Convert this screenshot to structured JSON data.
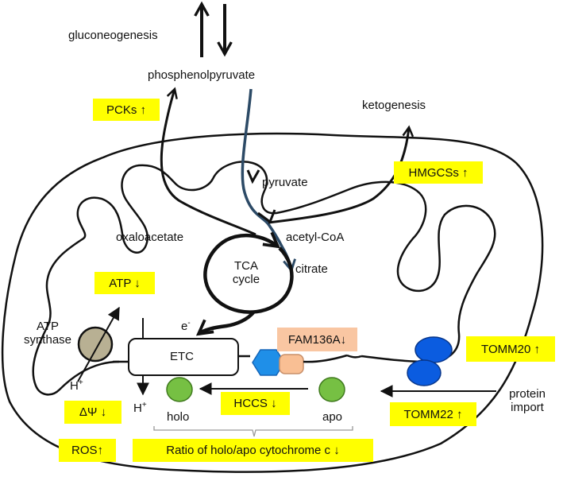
{
  "labels": {
    "gluconeogenesis": "gluconeogenesis",
    "phosphoenolpyruvate": "phosphenolpyruvate",
    "ketogenesis": "ketogenesis",
    "pyruvate": "pyruvate",
    "oxaloacetate": "oxaloacetate",
    "acetyl_coa": "acetyl-CoA",
    "citrate": "citrate",
    "tca_line1": "TCA",
    "tca_line2": "cycle",
    "atp_synthase_line1": "ATP",
    "atp_synthase_line2": "synthase",
    "electron": "e",
    "electron_sup": "-",
    "etc": "ETC",
    "proton_out": "H",
    "proton_in": "H",
    "proton_sup": "+",
    "holo": "holo",
    "apo": "apo",
    "protein_import_line1": "protein",
    "protein_import_line2": "import"
  },
  "highlights": {
    "pcks": "PCKs ↑",
    "hmgcss": "HMGCSs ↑",
    "atp": "ATP ↓",
    "fam136a": "FAM136A↓",
    "tomm20": "TOMM20 ↑",
    "tomm22": "TOMM22 ↑",
    "delta_psi": "ΔΨ ↓",
    "hccs": "HCCS ↓",
    "ros": "ROS↑",
    "ratio": "Ratio of holo/apo cytochrome c ↓"
  },
  "colors": {
    "highlight": "#ffff00",
    "fam136a_box": "#f9c6a2",
    "atp_synthase": "#b8b093",
    "hccs_hexagon": "#1f8fe8",
    "fam136a_shape": "#f9bf94",
    "cytochrome_c": "#76c043",
    "tomm": "#0b5ce0",
    "pyruvate_path": "#2c4a66"
  }
}
